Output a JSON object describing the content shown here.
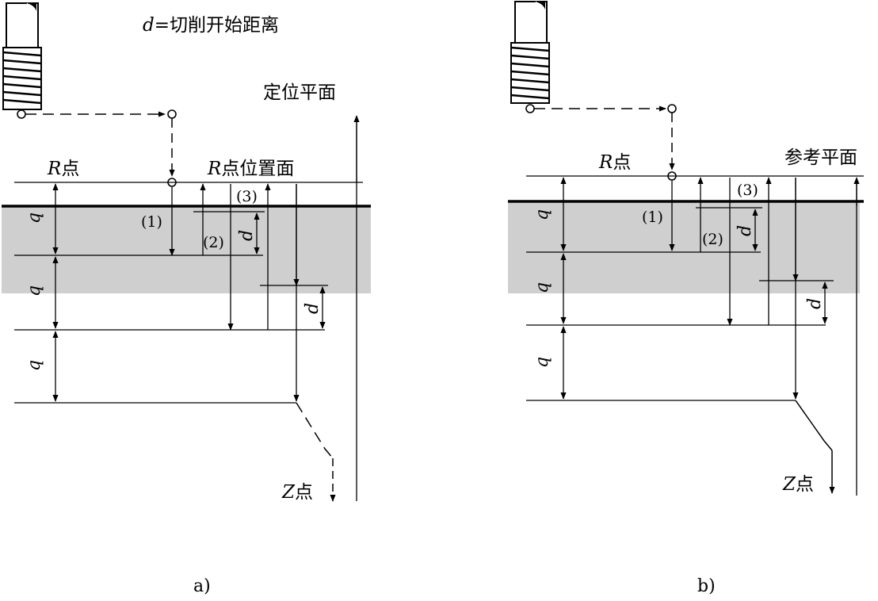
{
  "colors": {
    "shaded_layer": "#cfcfcf",
    "line": "#000000",
    "background": "#ffffff"
  },
  "diagram_a": {
    "caption": "a)",
    "definition": {
      "var": "d",
      "text": "=切削开始距离"
    },
    "top_plane_label": "定位平面",
    "r_point_label": {
      "var": "R",
      "text": "点"
    },
    "r_plane_label": {
      "var": "R",
      "text": "点位置面"
    },
    "z_point_label": {
      "var": "Z",
      "text": "点"
    },
    "q_label": "q",
    "d_label": "d",
    "steps": [
      "(1)",
      "(2)",
      "(3)"
    ]
  },
  "diagram_b": {
    "caption": "b)",
    "top_plane_label": "参考平面",
    "r_point_label": {
      "var": "R",
      "text": "点"
    },
    "z_point_label": {
      "var": "Z",
      "text": "点"
    },
    "q_label": "q",
    "d_label": "d",
    "steps": [
      "(1)",
      "(2)",
      "(3)"
    ]
  }
}
